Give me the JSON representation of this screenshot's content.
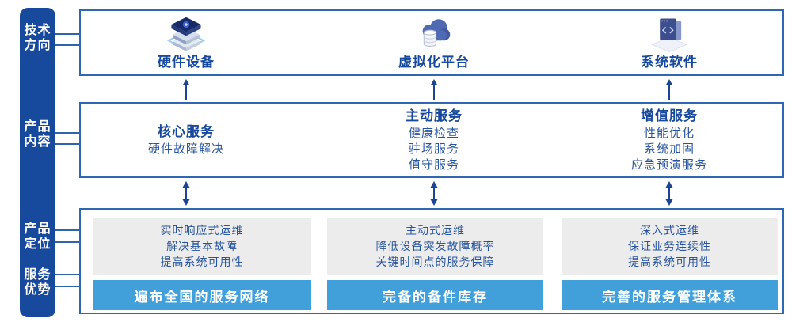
{
  "colors": {
    "sidebar_bg": "#17499c",
    "box_border": "#2e68b4",
    "connector_line": "#2f63ae",
    "arrow": "#1a4494",
    "heading_text": "#17499c",
    "body_text": "#27549f",
    "panel_gray": "#ececec",
    "advantage_bar_blue": "#419fda",
    "advantage_bar_text": "#ffffff"
  },
  "sidebar": {
    "items": [
      {
        "label": "技术\n方向"
      },
      {
        "label": "产品\n内容"
      },
      {
        "label": "产品\n定位"
      },
      {
        "label": "服务\n优势"
      }
    ]
  },
  "tech_directions": {
    "items": [
      {
        "label": "硬件设备",
        "icon": "server-stack-icon"
      },
      {
        "label": "虚拟化平台",
        "icon": "cloud-database-icon"
      },
      {
        "label": "系统软件",
        "icon": "code-window-icon"
      }
    ]
  },
  "product_content": {
    "columns": [
      {
        "heading": "核心服务",
        "items": [
          "硬件故障解决"
        ]
      },
      {
        "heading": "主动服务",
        "items": [
          "健康检查",
          "驻场服务",
          "值守服务"
        ]
      },
      {
        "heading": "增值服务",
        "items": [
          "性能优化",
          "系统加固",
          "应急预演服务"
        ]
      }
    ]
  },
  "product_positioning": {
    "columns": [
      {
        "lines": [
          "实时响应式运维",
          "解决基本故障",
          "提高系统可用性"
        ],
        "advantage": "遍布全国的服务网络"
      },
      {
        "lines": [
          "主动式运维",
          "降低设备突发故障概率",
          "关键时间点的服务保障"
        ],
        "advantage": "完备的备件库存"
      },
      {
        "lines": [
          "深入式运维",
          "保证业务连续性",
          "提高系统可用性"
        ],
        "advantage": "完善的服务管理体系"
      }
    ]
  }
}
